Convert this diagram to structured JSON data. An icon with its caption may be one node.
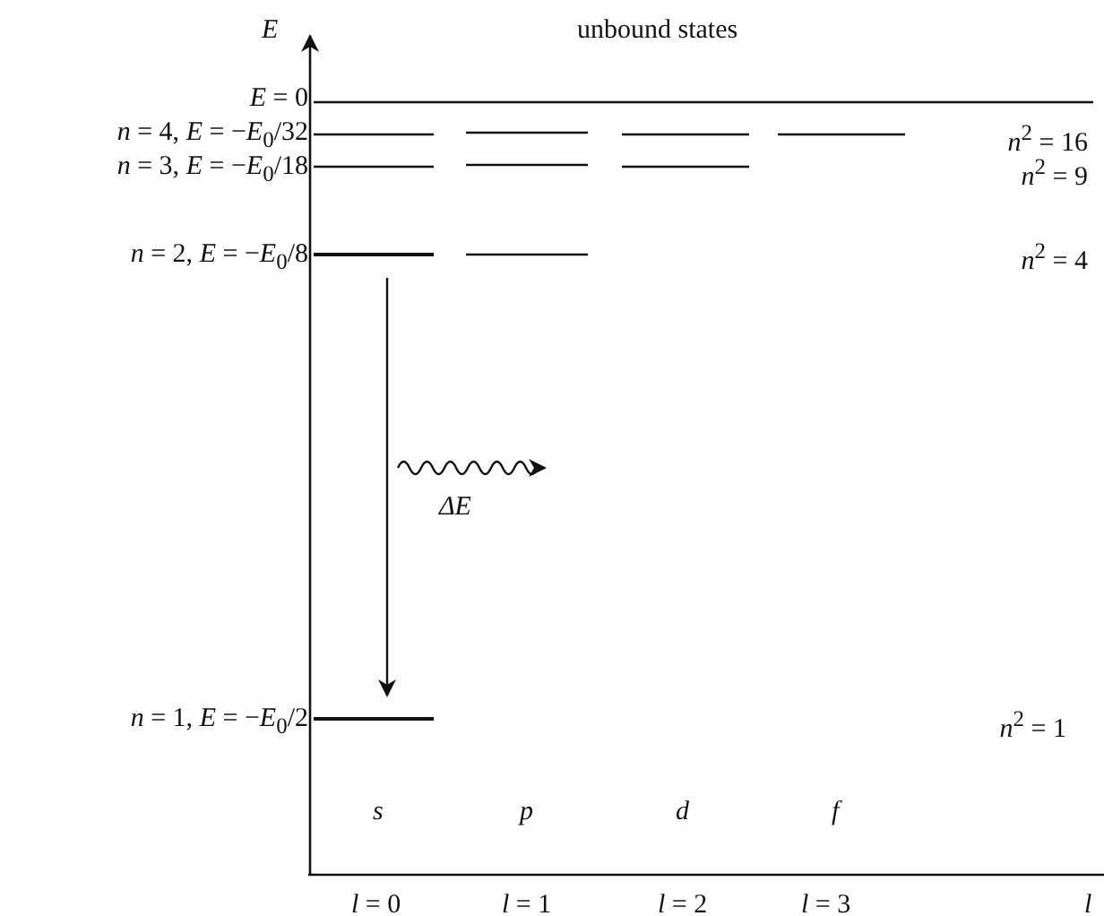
{
  "diagram": {
    "nodes": [
      {
        "text": [],
        "shape": "bar"
      },
      {
        "text": [],
        "shape": "bar"
      }
    ],
    "edges": [
      {
        "from": 0,
        "to": 1,
        "arrow": "to"
      }
    ],
    "labels": [
      "*E*",
      "unbound states",
      "*E* = 0",
      "*n* = 4, *E* = −*E*$_{0}$/32",
      "*n*$^{2}$ = 16",
      "*n* = 3, *E* = −*E*$_{0}$/18",
      "*n*$^{2}$ = 9",
      "*n* = 2, *E* = −*E*$_{0}$/8",
      "*n*$^{2}$ = 4",
      "ΔE",
      "*n* = 1, *E* = −*E*$_{0}$/2",
      "*n*$^{2}$ = 1",
      "*s*",
      "*p*",
      "*d*",
      "*f*",
      "*l* = 0",
      "*l* = 1",
      "*l* = 2",
      "*l* = 3",
      "*l*"
    ]
  }
}
